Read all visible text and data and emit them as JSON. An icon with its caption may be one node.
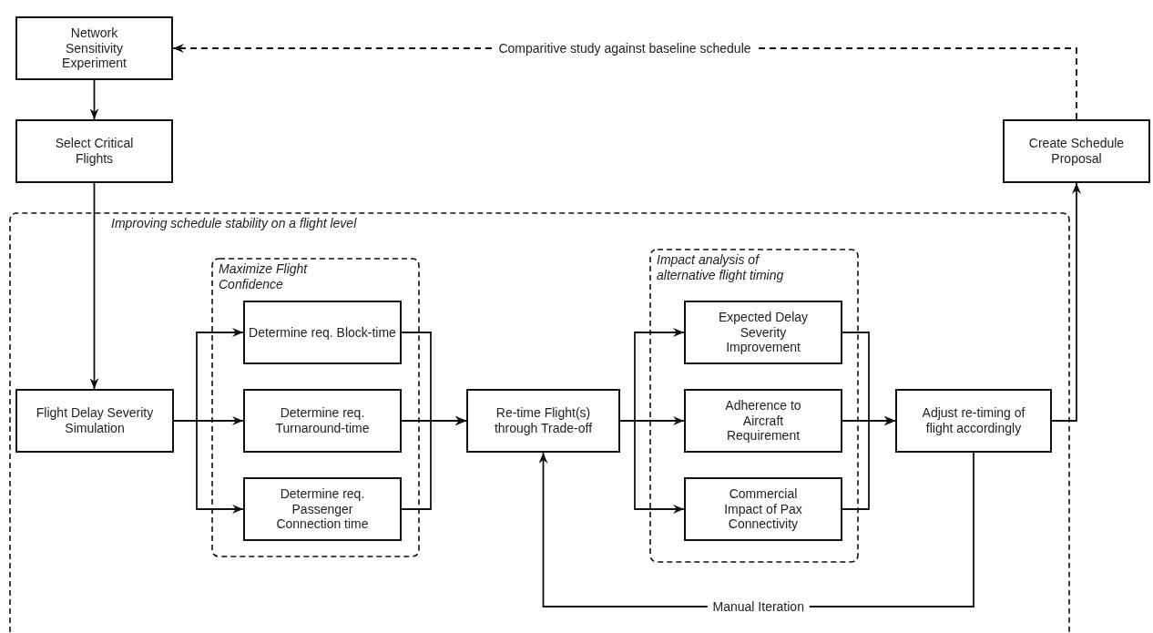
{
  "diagram": {
    "nodes": [
      {
        "text": [
          "Network Sensitivity Experiment"
        ]
      },
      {
        "text": [
          "Select Critical Flights"
        ]
      },
      {
        "text": [
          "Improving schedule stability on a flight level"
        ]
      },
      {
        "text": [
          "Flight Delay Severity Simulation"
        ],
        "in": 2
      },
      {
        "text": [
          "Maximize Flight Confidence"
        ],
        "in": 2
      },
      {
        "text": [
          "Determine req. Block-time"
        ],
        "in": 4
      },
      {
        "text": [
          "Determine req. Turnaround-time"
        ],
        "in": 4
      },
      {
        "text": [
          "Determine req. Passenger Connection time"
        ],
        "in": 4
      },
      {
        "text": [
          "Re-time Flight(s) through Trade-off"
        ],
        "in": 2
      },
      {
        "text": [
          "Impact analysis of alternative flight timing"
        ],
        "in": 2
      },
      {
        "text": [
          "Expected Delay Severity Improvement"
        ],
        "in": 9
      },
      {
        "text": [
          "Adherence to Aircraft Requirement"
        ],
        "in": 9
      },
      {
        "text": [
          "Commercial Impact of Pax Connectivity"
        ],
        "in": 9
      },
      {
        "text": [
          "Adjust re-timing of flight accordingly"
        ],
        "in": 2
      },
      {
        "text": [
          "Create Schedule Proposal"
        ]
      }
    ],
    "edges": [
      {
        "from": 0,
        "to": 1,
        "arrow": "to"
      },
      {
        "from": 1,
        "to": 3,
        "arrow": "to"
      },
      {
        "from": 3,
        "to": 5,
        "arrow": "to"
      },
      {
        "from": 3,
        "to": 6,
        "arrow": "to"
      },
      {
        "from": 3,
        "to": 7,
        "arrow": "to"
      },
      {
        "from": 5,
        "to": 8,
        "arrow": "to"
      },
      {
        "from": 6,
        "to": 8,
        "arrow": "to"
      },
      {
        "from": 7,
        "to": 8,
        "arrow": "to"
      },
      {
        "from": 8,
        "to": 10,
        "arrow": "to"
      },
      {
        "from": 8,
        "to": 11,
        "arrow": "to"
      },
      {
        "from": 8,
        "to": 12,
        "arrow": "to"
      },
      {
        "from": 10,
        "to": 13,
        "arrow": "to"
      },
      {
        "from": 11,
        "to": 13,
        "arrow": "to"
      },
      {
        "from": 12,
        "to": 13,
        "arrow": "to"
      },
      {
        "from": 13,
        "to": 14,
        "arrow": "to"
      },
      {
        "from": 13,
        "to": 8,
        "arrow": "to",
        "label": "Manual Iteration"
      },
      {
        "from": 14,
        "to": 0,
        "arrow": "to",
        "style": "dashed",
        "label": "Comparitive study against baseline schedule"
      }
    ]
  }
}
